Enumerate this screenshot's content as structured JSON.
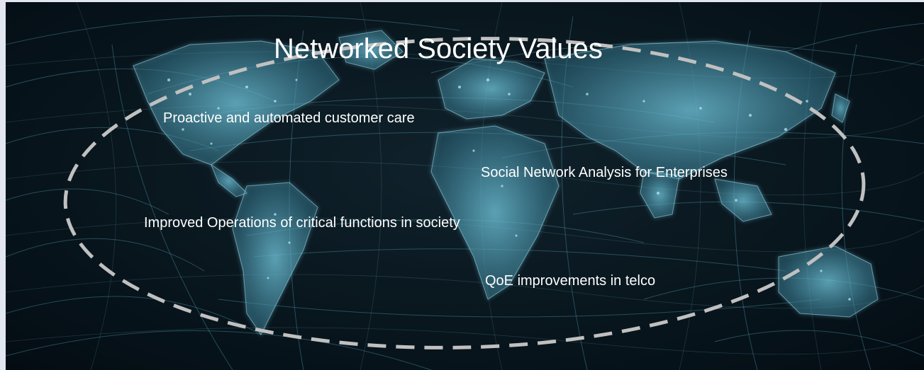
{
  "slide": {
    "title": "Networked Society Values",
    "values": [
      "Proactive and automated customer care",
      "Social Network Analysis for Enterprises",
      "Improved Operations of critical functions in society",
      "QoE improvements in telco"
    ]
  },
  "colors": {
    "background_frame": "#e2e6f0",
    "map_background": "#081820",
    "land_glow": "#7fd0e6",
    "connection_lines": "#5fb6cc",
    "dashed_ellipse": "#c0c0c0",
    "text": "#ffffff"
  }
}
